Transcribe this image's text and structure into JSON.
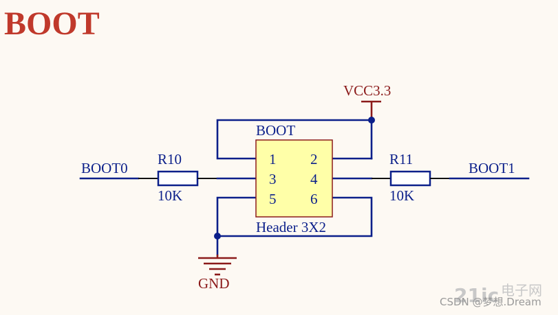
{
  "title": "BOOT",
  "header": {
    "refdes": "BOOT",
    "part": "Header 3X2",
    "pins": [
      "1",
      "2",
      "3",
      "4",
      "5",
      "6"
    ]
  },
  "resistors": [
    {
      "refdes": "R10",
      "value": "10K"
    },
    {
      "refdes": "R11",
      "value": "10K"
    }
  ],
  "nets": {
    "left": "BOOT0",
    "right": "BOOT1",
    "power": "VCC3.3",
    "ground": "GND"
  },
  "colors": {
    "title": "#c0392b",
    "wire": "#0b1f8a",
    "power": "#8b1a1a",
    "component_fill": "#ffffa8"
  },
  "watermark": {
    "site": "CSDN @梦想.Dream",
    "logo_text": "21ic",
    "logo_cn": "电子网"
  }
}
